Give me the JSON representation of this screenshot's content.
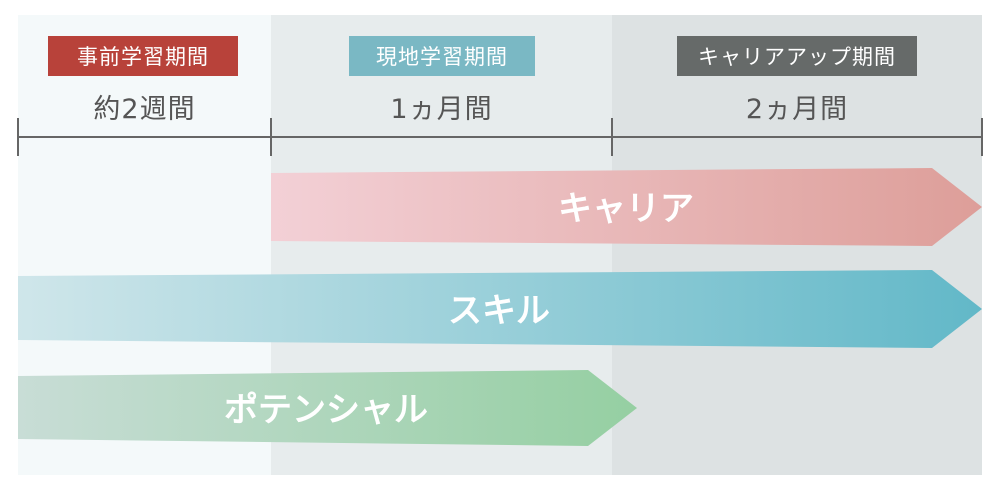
{
  "phases": [
    {
      "label": "事前学習期間",
      "duration": "約2週間",
      "badge_color": "#b8423a"
    },
    {
      "label": "現地学習期間",
      "duration": "1ヵ月間",
      "badge_color": "#7ab8c4"
    },
    {
      "label": "キャリアアップ期間",
      "duration": "2ヵ月間",
      "badge_color": "#666a69"
    }
  ],
  "arrows": [
    {
      "label": "キャリア",
      "color_start": "#f3d0d6",
      "color_end": "#dd9e99"
    },
    {
      "label": "スキル",
      "color_start": "#cfe6ea",
      "color_end": "#62b8c8"
    },
    {
      "label": "ポテンシャル",
      "color_start": "#c8ddd6",
      "color_end": "#95cfa2"
    }
  ]
}
